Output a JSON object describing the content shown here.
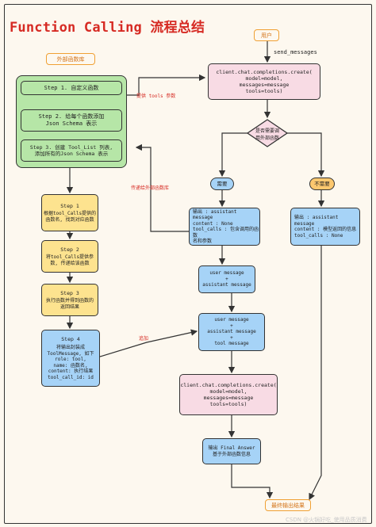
{
  "title": "Function Calling 流程总结",
  "labels": {
    "user": "用户",
    "send_messages": "send_messages",
    "external_lib": "外部函数库",
    "provide_tools": "提供 tools 参数",
    "pass_to_lib": "传递给外部函数库",
    "add": "追加",
    "need": "需要",
    "no_need": "不需要",
    "final_result": "最终输出结果"
  },
  "steps_panel": {
    "step1": "Step 1. 自定义函数",
    "step2": "Step 2. 给每个函数添加\nJson Schema 表示",
    "step3": "Step 3. 创建 Tool_List 列表,\n添加所有的Json Schema 表示"
  },
  "steps": {
    "s1_title": "Step 1",
    "s1_body": "根据tool_Calls提供的\n函数名, 找到对应函数",
    "s2_title": "Step 2",
    "s2_body": "将tool_Calls提供参\n数, 传递给该函数",
    "s3_title": "Step 3",
    "s3_body": "执行函数并得到函数的\n返回结果",
    "s4_title": "Step 4",
    "s4_body": "将输出封装成\nToolMessage, 如下\nrole: tool,\nname: 函数名,\ncontent: 执行结果\ntool_call_id: id"
  },
  "flow": {
    "call1": "client.chat.completions.create(\nmodel=model,\nmessages=message\ntools=tools)",
    "decision": "是否需要调\n用外部函数",
    "out_need": "输出 : assistant message\ncontent : None\ntool_calls : 包含调用的函数\n名和参数",
    "out_no": "输出 : assistant message\ncontent : 模型返回的信息\ntool_calls : None",
    "merge1": "user message\n+\nassistant message",
    "merge2": "user message\n+\nassistant message\n+\ntool message",
    "call2": "client.chat.completions.create(\nmodel=model,\nmessages=message\ntools=tools)",
    "final_answer": "输出 Final Answer\n基于外部函数信息"
  },
  "watermark": "CSDN @火锅好吃_使用品质消费",
  "colors": {
    "pink": "#f8dbe4",
    "yellow": "#fde38f",
    "blue": "#a6d3f7",
    "green": "#b6e6a7",
    "orange": "#fcc86f",
    "title_red": "#d62a23",
    "tag_orange": "#f0a033"
  }
}
